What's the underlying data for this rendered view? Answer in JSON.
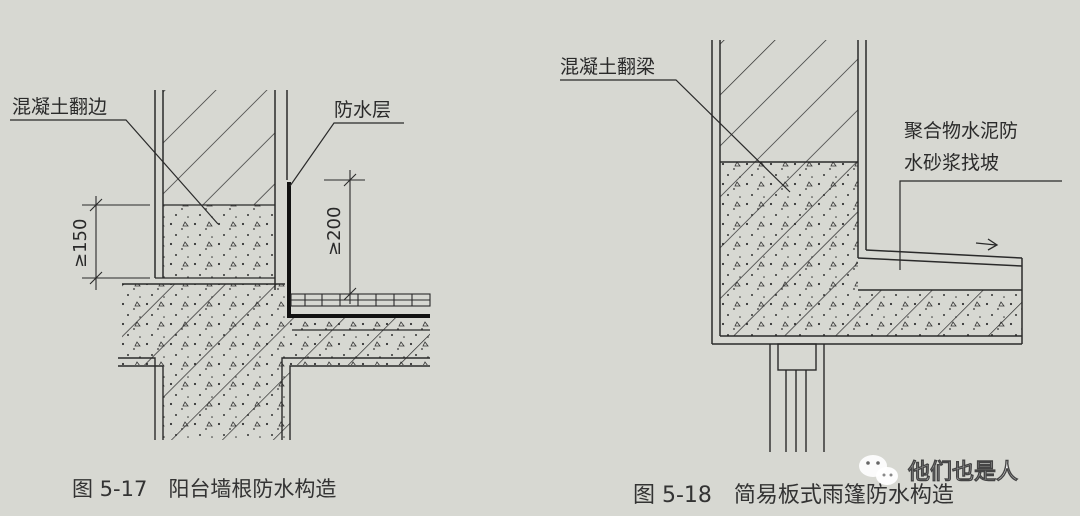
{
  "figures": [
    {
      "caption": "图 5-17　阳台墙根防水构造",
      "labels": {
        "concrete_curb": "混凝土翻边",
        "waterproof_layer": "防水层",
        "dim_left": "≥150",
        "dim_right": "≥200"
      }
    },
    {
      "caption": "图 5-18　简易板式雨篷防水构造",
      "labels": {
        "concrete_beam": "混凝土翻梁",
        "mortar_line1": "聚合物水泥防",
        "mortar_line2": "水砂浆找坡"
      }
    }
  ],
  "watermark": {
    "text": "他们也是人",
    "icon": "wechat-icon"
  },
  "colors": {
    "paper": "#d7d8d2",
    "ink": "#2a2a2a",
    "watermark_badge": "#2b2b2b"
  }
}
